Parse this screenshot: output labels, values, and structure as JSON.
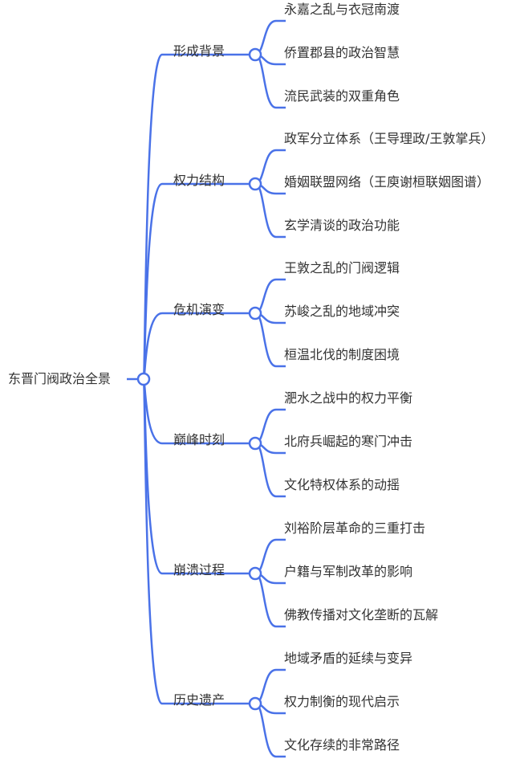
{
  "colors": {
    "line": "#4a72e8",
    "text": "#333333",
    "knot_fill": "#ffffff"
  },
  "root": {
    "label": "东晋门阀政治全景"
  },
  "branches": [
    {
      "label": "形成背景",
      "children": [
        "永嘉之乱与衣冠南渡",
        "侨置郡县的政治智慧",
        "流民武装的双重角色"
      ]
    },
    {
      "label": "权力结构",
      "children": [
        "政军分立体系（王导理政/王敦掌兵）",
        "婚姻联盟网络（王庾谢桓联姻图谱）",
        "玄学清谈的政治功能"
      ]
    },
    {
      "label": "危机演变",
      "children": [
        "王敦之乱的门阀逻辑",
        "苏峻之乱的地域冲突",
        "桓温北伐的制度困境"
      ]
    },
    {
      "label": "巅峰时刻",
      "children": [
        "淝水之战中的权力平衡",
        "北府兵崛起的寒门冲击",
        "文化特权体系的动摇"
      ]
    },
    {
      "label": "崩溃过程",
      "children": [
        "刘裕阶层革命的三重打击",
        "户籍与军制改革的影响",
        "佛教传播对文化垄断的瓦解"
      ]
    },
    {
      "label": "历史遗产",
      "children": [
        "地域矛盾的延续与变异",
        "权力制衡的现代启示",
        "文化存续的非常路径"
      ]
    }
  ]
}
